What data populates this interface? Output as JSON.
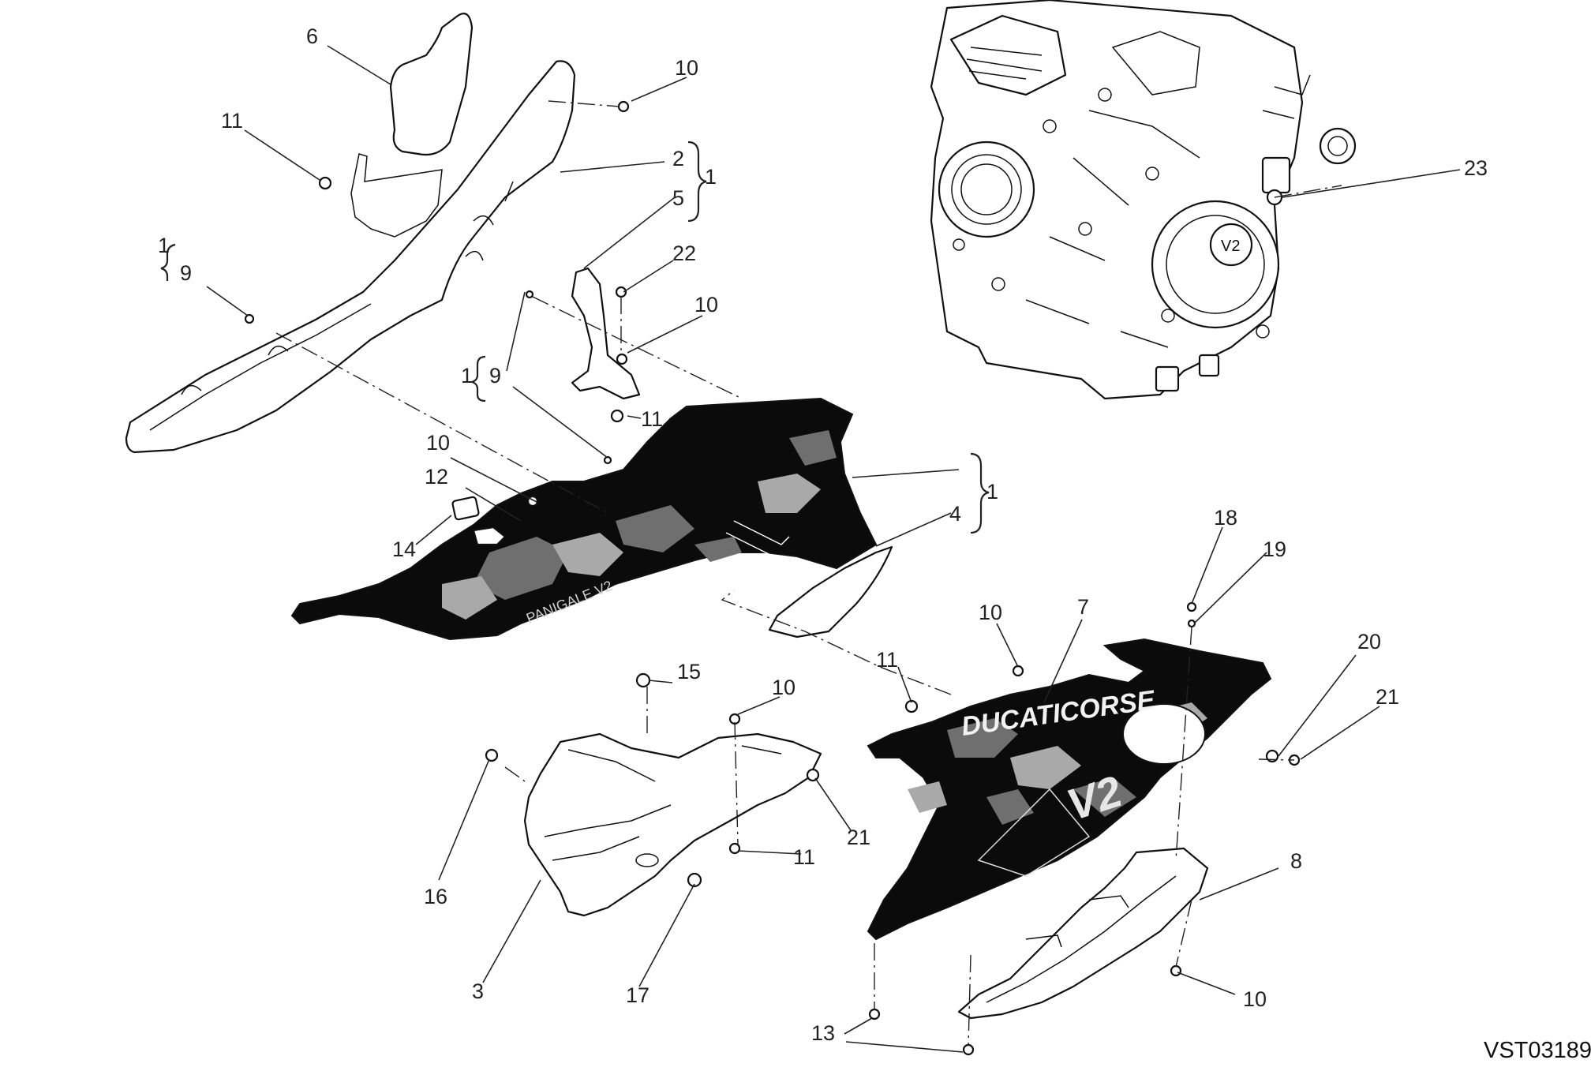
{
  "drawing_code": "VST03189",
  "callouts": [
    {
      "id": "c6a",
      "text": "6"
    },
    {
      "id": "c10a",
      "text": "10"
    },
    {
      "id": "c11a",
      "text": "11"
    },
    {
      "id": "c2",
      "text": "2"
    },
    {
      "id": "c1a",
      "text": "1"
    },
    {
      "id": "c5",
      "text": "5"
    },
    {
      "id": "c1b",
      "text": "1"
    },
    {
      "id": "c9a",
      "text": "9"
    },
    {
      "id": "c22",
      "text": "22"
    },
    {
      "id": "c10b",
      "text": "10"
    },
    {
      "id": "c1c",
      "text": "1"
    },
    {
      "id": "c9b",
      "text": "9"
    },
    {
      "id": "c11b",
      "text": "11"
    },
    {
      "id": "c10c",
      "text": "10"
    },
    {
      "id": "c12",
      "text": "12"
    },
    {
      "id": "c14",
      "text": "14"
    },
    {
      "id": "c1d",
      "text": "1"
    },
    {
      "id": "c4",
      "text": "4"
    },
    {
      "id": "c23",
      "text": "23"
    },
    {
      "id": "c18",
      "text": "18"
    },
    {
      "id": "c19",
      "text": "19"
    },
    {
      "id": "c10d",
      "text": "10"
    },
    {
      "id": "c7",
      "text": "7"
    },
    {
      "id": "c20",
      "text": "20"
    },
    {
      "id": "c21a",
      "text": "21"
    },
    {
      "id": "c11c",
      "text": "11"
    },
    {
      "id": "c15",
      "text": "15"
    },
    {
      "id": "c10e",
      "text": "10"
    },
    {
      "id": "c21b",
      "text": "21"
    },
    {
      "id": "c11d",
      "text": "11"
    },
    {
      "id": "c16",
      "text": "16"
    },
    {
      "id": "c3",
      "text": "3"
    },
    {
      "id": "c17",
      "text": "17"
    },
    {
      "id": "c8",
      "text": "8"
    },
    {
      "id": "c10f",
      "text": "10"
    },
    {
      "id": "c13",
      "text": "13"
    }
  ],
  "graphics": {
    "fairing_brand": "DUCATICORSE",
    "fairing_badge": "V2",
    "tank_text": "PANIGALE V2"
  }
}
